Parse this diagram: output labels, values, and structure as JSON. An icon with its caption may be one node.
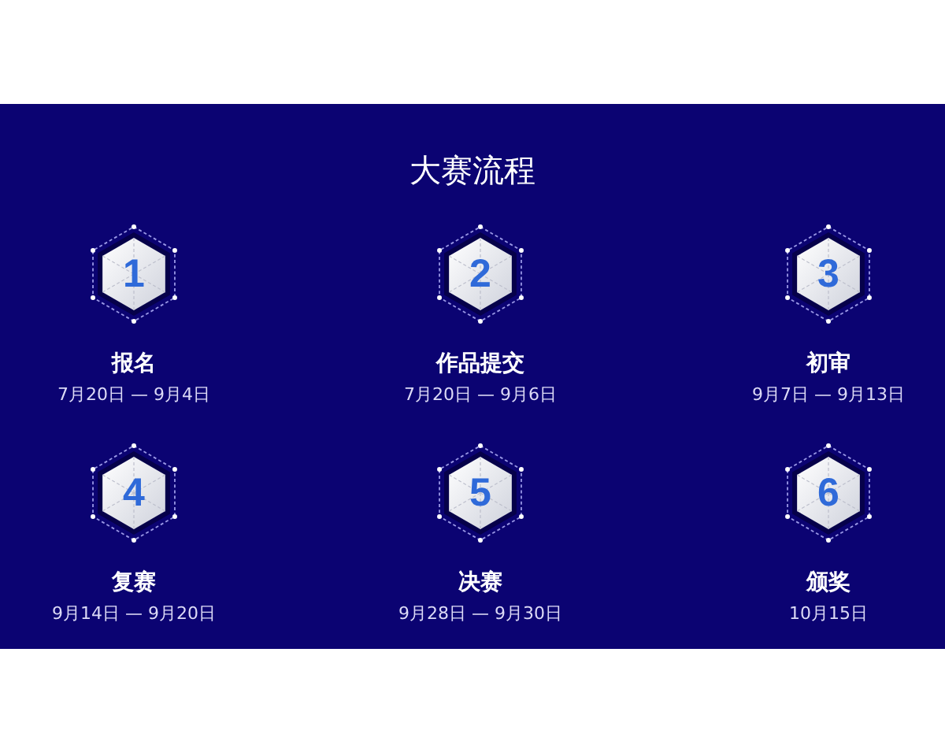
{
  "diagram": {
    "nodes": [
      {
        "text": [
          "大赛流程"
        ]
      },
      {
        "text": [
          "1",
          "报名"
        ],
        "beside": [
          "7月20日 — 9月4日"
        ],
        "in": 0
      },
      {
        "text": [
          "2",
          "作品提交"
        ],
        "beside": [
          "7月20日 — 9月6日"
        ],
        "in": 0
      },
      {
        "text": [
          "3",
          "初审"
        ],
        "beside": [
          "9月7日 — 9月13日"
        ],
        "in": 0
      },
      {
        "text": [
          "4",
          "复赛"
        ],
        "beside": [
          "9月14日 — 9月20日"
        ],
        "in": 0
      },
      {
        "text": [
          "5",
          "决赛"
        ],
        "beside": [
          "9月28日 — 9月30日"
        ],
        "in": 0
      },
      {
        "text": [
          "6",
          "颁奖"
        ],
        "beside": [
          "10月15日"
        ],
        "in": 0
      }
    ]
  }
}
